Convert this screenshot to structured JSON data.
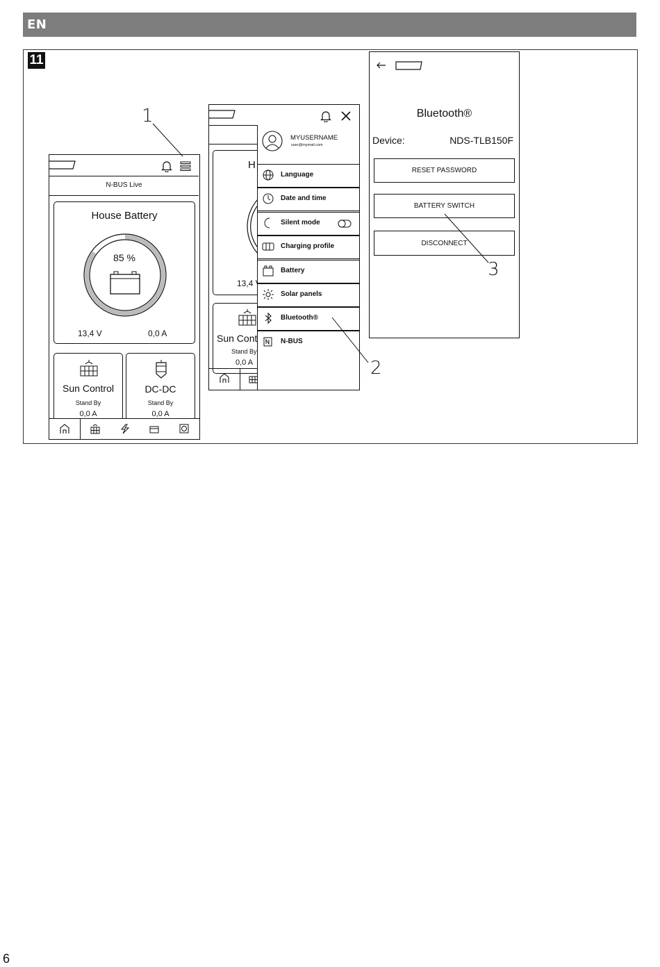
{
  "header": {
    "lang": "EN"
  },
  "figure": {
    "number": "11"
  },
  "screen1": {
    "live_label": "N-BUS Live",
    "card_title": "House Battery",
    "percent": "85 %",
    "percent_value": 0.85,
    "voltage": "13,4 V",
    "current": "0,0 A",
    "sun_title": "Sun Control",
    "sun_status": "Stand By",
    "sun_current": "0,0 A",
    "dcdc_title": "DC-DC",
    "dcdc_status": "Stand By",
    "dcdc_current": "0,0 A",
    "nav_icons": [
      "home-icon",
      "solar-icon",
      "lightning-icon",
      "battery-icon",
      "square-icon"
    ]
  },
  "screen2": {
    "username": "MYUSERNAME",
    "email": "user@mymail.com",
    "menu": [
      {
        "label": "Language",
        "icon": "globe-icon"
      },
      {
        "label": "Date and time",
        "icon": "clock-icon"
      },
      {
        "label": "Silent mode",
        "icon": "moon-icon"
      },
      {
        "label": "Charging profile",
        "icon": "charging-icon"
      },
      {
        "label": "Battery",
        "icon": "battery-icon"
      },
      {
        "label": "Solar panels",
        "icon": "sun-icon"
      },
      {
        "label": "Bluetooth®",
        "icon": "bluetooth-icon"
      },
      {
        "label": "N-BUS",
        "icon": "nbus-icon"
      }
    ],
    "bg_title_partial": "H",
    "bg_voltage_partial": "13,4 V",
    "bg_sun_partial": "Sun Cont",
    "bg_status_partial": "Stand By",
    "bg_current_partial": "0,0 A"
  },
  "screen3": {
    "title": "Bluetooth®",
    "device_label": "Device:",
    "device_value": "NDS-TLB150F",
    "buttons": [
      "RESET PASSWORD",
      "BATTERY SWITCH",
      "DISCONNECT"
    ]
  },
  "callouts": [
    "1",
    "2",
    "3"
  ],
  "page_number": "6"
}
